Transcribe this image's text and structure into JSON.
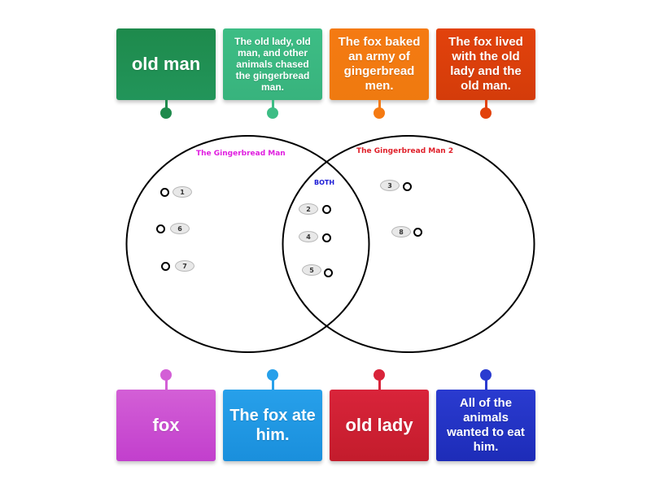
{
  "activity": {
    "type": "venn-diagram-labelling"
  },
  "colors": {
    "set_a_label": "#e01ee0",
    "set_b_label": "#e0202a",
    "both_label": "#1a1ad6",
    "outline": "#000000"
  },
  "venn": {
    "set_a": {
      "label": "The Gingerbread Man"
    },
    "set_b": {
      "label": "The Gingerbread Man 2"
    },
    "both": {
      "label": "BOTH"
    },
    "slots": [
      {
        "number": "1",
        "region": "set_a"
      },
      {
        "number": "6",
        "region": "set_a"
      },
      {
        "number": "7",
        "region": "set_a"
      },
      {
        "number": "2",
        "region": "both"
      },
      {
        "number": "4",
        "region": "both"
      },
      {
        "number": "5",
        "region": "both"
      },
      {
        "number": "3",
        "region": "set_b"
      },
      {
        "number": "8",
        "region": "set_b"
      }
    ]
  },
  "tiles_top": [
    {
      "text": "old man",
      "color": "#1e8a4c",
      "color2": "#22955a"
    },
    {
      "text": "The old lady, old man, and other animals chased the gingerbread man.",
      "color": "#3dbd85",
      "color2": "#38b37d"
    },
    {
      "text": "The fox baked an army of gingerbread men.",
      "color": "#f57a12",
      "color2": "#ef7a10"
    },
    {
      "text": "The fox lived with the old lady and the old man.",
      "color": "#e2420c",
      "color2": "#d43c0a"
    }
  ],
  "tiles_bottom": [
    {
      "text": "fox",
      "color": "#d35fd6",
      "color2": "#c23fcd"
    },
    {
      "text": "The fox ate him.",
      "color": "#27a0ea",
      "color2": "#1a8fdc"
    },
    {
      "text": "old lady",
      "color": "#d9243a",
      "color2": "#c31c2c"
    },
    {
      "text": "All of the animals wanted to eat him.",
      "color": "#2a3bd0",
      "color2": "#1d2cb8"
    }
  ]
}
